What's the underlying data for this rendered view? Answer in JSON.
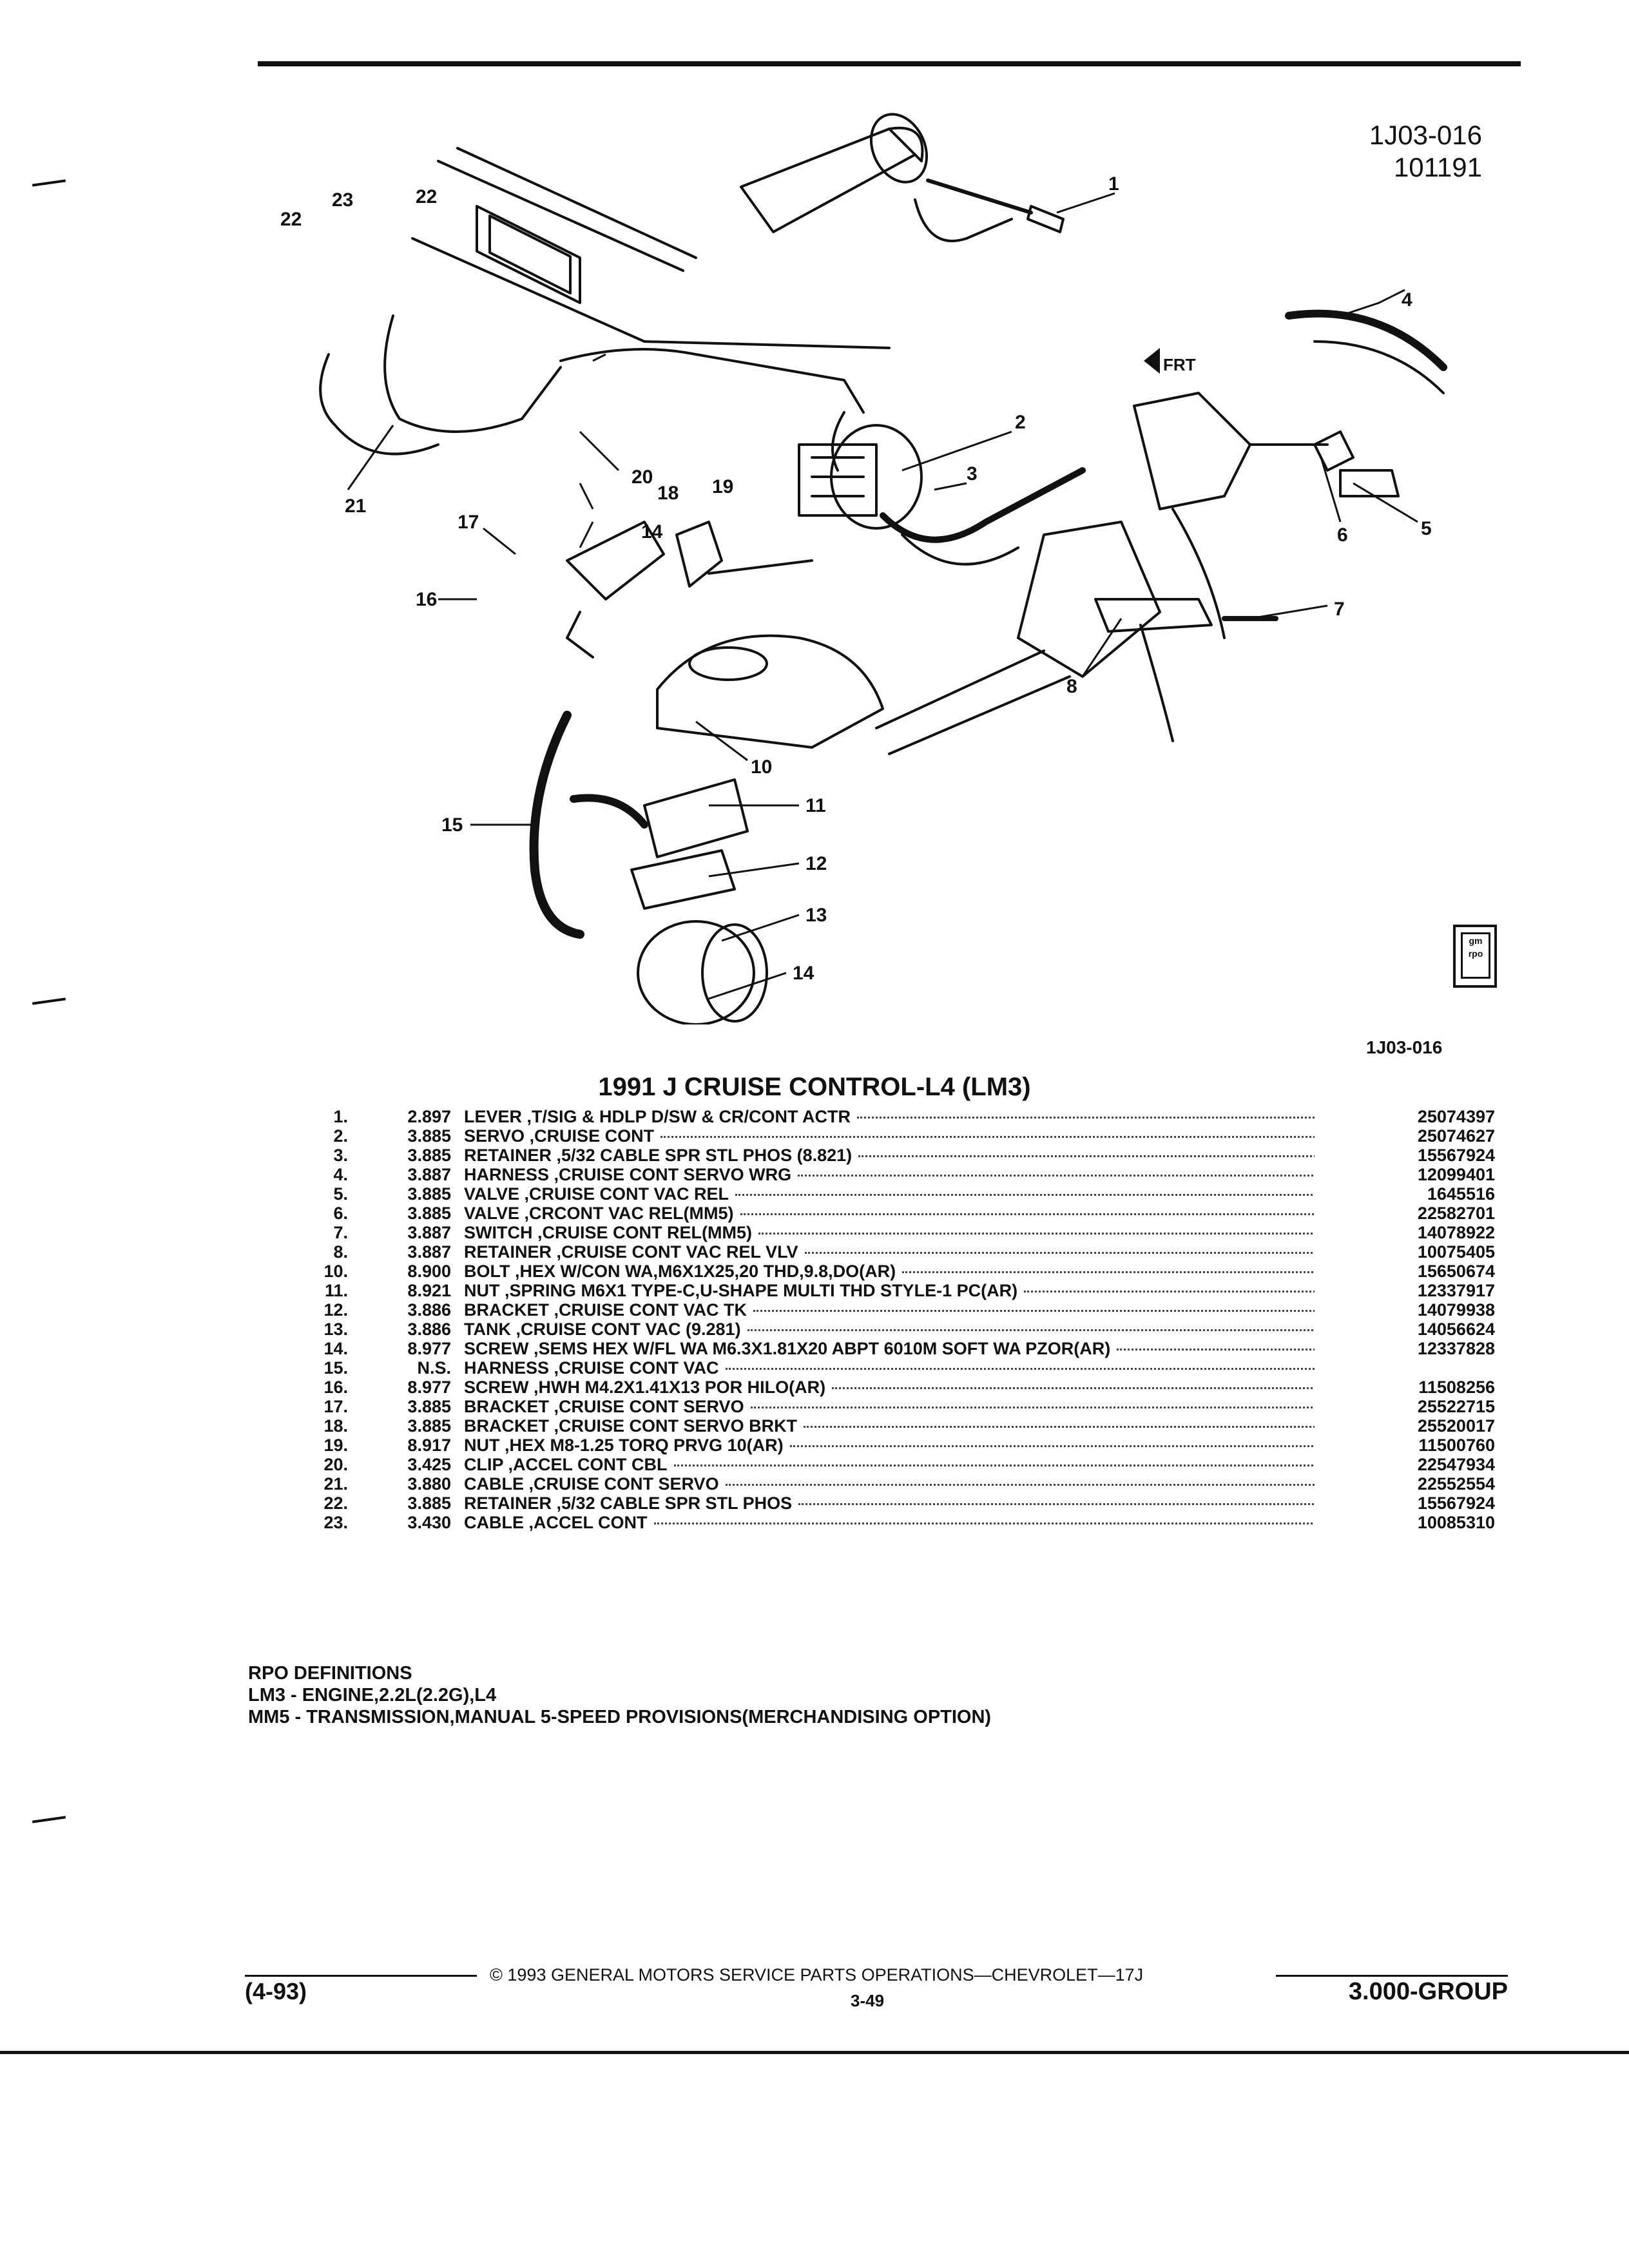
{
  "header": {
    "doc_id": "1J03-016",
    "doc_date": "101191"
  },
  "diagram": {
    "caption_id": "1J03-016",
    "front_label": "FRT",
    "callouts": [
      "1",
      "2",
      "3",
      "4",
      "5",
      "6",
      "7",
      "8",
      "10",
      "11",
      "12",
      "13",
      "14",
      "15",
      "16",
      "17",
      "18",
      "19",
      "20",
      "21",
      "22",
      "23",
      "22",
      "14"
    ],
    "rpo_badge": "gm rpo"
  },
  "title": "1991 J CRUISE CONTROL-L4 (LM3)",
  "parts": [
    {
      "num": "1.",
      "group": "2.897",
      "name": "LEVER",
      "desc": ",T/SIG & HDLP D/SW & CR/CONT ACTR",
      "part_no": "25074397"
    },
    {
      "num": "2.",
      "group": "3.885",
      "name": "SERVO",
      "desc": ",CRUISE CONT",
      "part_no": "25074627"
    },
    {
      "num": "3.",
      "group": "3.885",
      "name": "RETAINER",
      "desc": ",5/32 CABLE SPR STL PHOS (8.821)",
      "part_no": "15567924"
    },
    {
      "num": "4.",
      "group": "3.887",
      "name": "HARNESS",
      "desc": ",CRUISE CONT SERVO WRG",
      "part_no": "12099401"
    },
    {
      "num": "5.",
      "group": "3.885",
      "name": "VALVE",
      "desc": ",CRUISE CONT VAC REL",
      "part_no": "1645516"
    },
    {
      "num": "6.",
      "group": "3.885",
      "name": "VALVE",
      "desc": ",CRCONT VAC REL(MM5)",
      "part_no": "22582701"
    },
    {
      "num": "7.",
      "group": "3.887",
      "name": "SWITCH",
      "desc": ",CRUISE CONT REL(MM5)",
      "part_no": "14078922"
    },
    {
      "num": "8.",
      "group": "3.887",
      "name": "RETAINER",
      "desc": ",CRUISE CONT VAC REL VLV",
      "part_no": "10075405"
    },
    {
      "num": "10.",
      "group": "8.900",
      "name": "BOLT",
      "desc": ",HEX W/CON WA,M6X1X25,20 THD,9.8,DO(AR)",
      "part_no": "15650674"
    },
    {
      "num": "11.",
      "group": "8.921",
      "name": "NUT",
      "desc": ",SPRING M6X1 TYPE-C,U-SHAPE MULTI THD STYLE-1 PC(AR)",
      "part_no": "12337917"
    },
    {
      "num": "12.",
      "group": "3.886",
      "name": "BRACKET",
      "desc": ",CRUISE CONT VAC TK",
      "part_no": "14079938"
    },
    {
      "num": "13.",
      "group": "3.886",
      "name": "TANK",
      "desc": ",CRUISE CONT VAC (9.281)",
      "part_no": "14056624"
    },
    {
      "num": "14.",
      "group": "8.977",
      "name": "SCREW",
      "desc": ",SEMS HEX W/FL WA M6.3X1.81X20 ABPT 6010M SOFT WA PZOR(AR)",
      "part_no": "12337828"
    },
    {
      "num": "15.",
      "group": "N.S.",
      "name": "HARNESS",
      "desc": ",CRUISE CONT VAC",
      "part_no": ""
    },
    {
      "num": "16.",
      "group": "8.977",
      "name": "SCREW",
      "desc": ",HWH M4.2X1.41X13 POR HILO(AR)",
      "part_no": "11508256"
    },
    {
      "num": "17.",
      "group": "3.885",
      "name": "BRACKET",
      "desc": ",CRUISE CONT SERVO",
      "part_no": "25522715"
    },
    {
      "num": "18.",
      "group": "3.885",
      "name": "BRACKET",
      "desc": ",CRUISE CONT SERVO BRKT",
      "part_no": "25520017"
    },
    {
      "num": "19.",
      "group": "8.917",
      "name": "NUT",
      "desc": ",HEX M8-1.25 TORQ PRVG 10(AR)",
      "part_no": "11500760"
    },
    {
      "num": "20.",
      "group": "3.425",
      "name": "CLIP",
      "desc": ",ACCEL CONT CBL",
      "part_no": "22547934"
    },
    {
      "num": "21.",
      "group": "3.880",
      "name": "CABLE",
      "desc": ",CRUISE CONT SERVO",
      "part_no": "22552554"
    },
    {
      "num": "22.",
      "group": "3.885",
      "name": "RETAINER",
      "desc": ",5/32 CABLE SPR STL PHOS",
      "part_no": "15567924"
    },
    {
      "num": "23.",
      "group": "3.430",
      "name": "CABLE",
      "desc": ",ACCEL CONT",
      "part_no": "10085310"
    }
  ],
  "rpo": {
    "heading": "RPO DEFINITIONS",
    "lines": [
      "LM3 - ENGINE,2.2L(2.2G),L4",
      "MM5 - TRANSMISSION,MANUAL 5-SPEED PROVISIONS(MERCHANDISING OPTION)"
    ]
  },
  "footer": {
    "copyright": "© 1993 GENERAL MOTORS SERVICE PARTS OPERATIONS—CHEVROLET—17J",
    "date_code": "(4-93)",
    "page": "3-49",
    "group": "3.000-GROUP"
  }
}
